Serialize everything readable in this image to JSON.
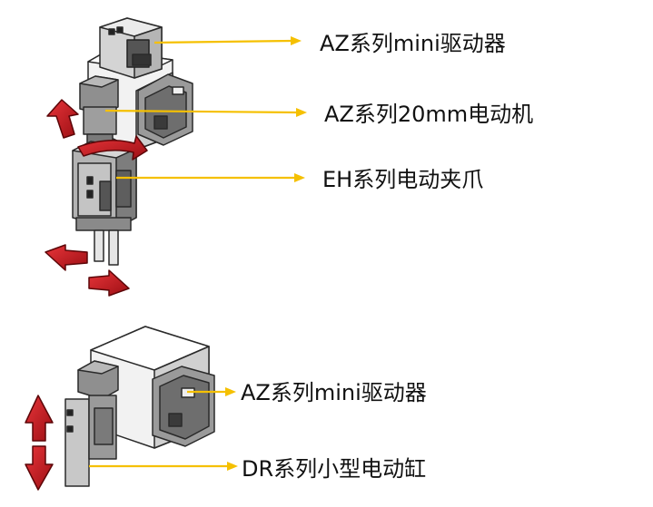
{
  "labels": {
    "az_mini_driver_top": "AZ系列mini驱动器",
    "az_20mm_motor": "AZ系列20mm电动机",
    "eh_gripper": "EH系列电动夹爪",
    "az_mini_driver_bottom": "AZ系列mini驱动器",
    "dr_cylinder": "DR系列小型电动缸"
  },
  "colors": {
    "leader": "#f5c000",
    "arrow_red": "#c8151b",
    "body_grey": "#d9d9d9",
    "dark_grey": "#8c8c8c"
  }
}
